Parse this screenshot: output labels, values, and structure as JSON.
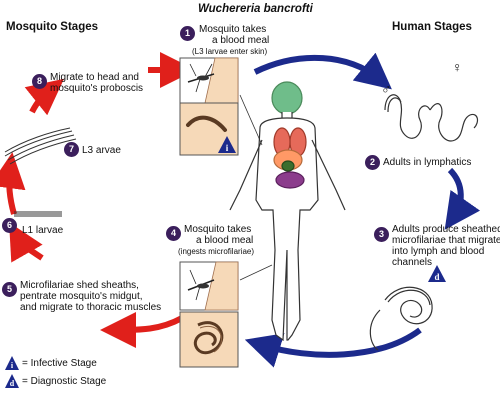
{
  "title": "Wuchereria bancrofti",
  "headers": {
    "mosquito": "Mosquito Stages",
    "human": "Human Stages"
  },
  "steps": [
    {
      "num": "1",
      "text": "Mosquito takes",
      "text2": "a blood meal",
      "note": "(L3 larvae enter skin)"
    },
    {
      "num": "2",
      "text": "Adults in lymphatics"
    },
    {
      "num": "3",
      "text": "Adults produce sheathed",
      "text2": "microfilariae that migrate",
      "text3": "into lymph and blood",
      "text4": "channels"
    },
    {
      "num": "4",
      "text": "Mosquito takes",
      "text2": "a blood meal",
      "note": "(ingests microfilariae)"
    },
    {
      "num": "5",
      "text": "Microfilariae shed sheaths,",
      "text2": "pentrate mosquito's midgut,",
      "text3": "and migrate to thoracic muscles"
    },
    {
      "num": "6",
      "text": "L1 larvae"
    },
    {
      "num": "7",
      "text": "L3 arvae"
    },
    {
      "num": "8",
      "text": "Migrate to head and",
      "text2": "mosquito's proboscis"
    }
  ],
  "legend": {
    "infective": {
      "glyph": "i",
      "label": "= Infective Stage"
    },
    "diagnostic": {
      "glyph": "d",
      "label": "= Diagnostic Stage"
    }
  },
  "colors": {
    "mosquito_arrows": "#e0201b",
    "human_arrows": "#1c2a8c",
    "step_badge": "#3b1f5c",
    "legend_badge": "#1c2a8c"
  },
  "icons": {
    "female_symbol": "♀",
    "male_symbol": "♂"
  }
}
